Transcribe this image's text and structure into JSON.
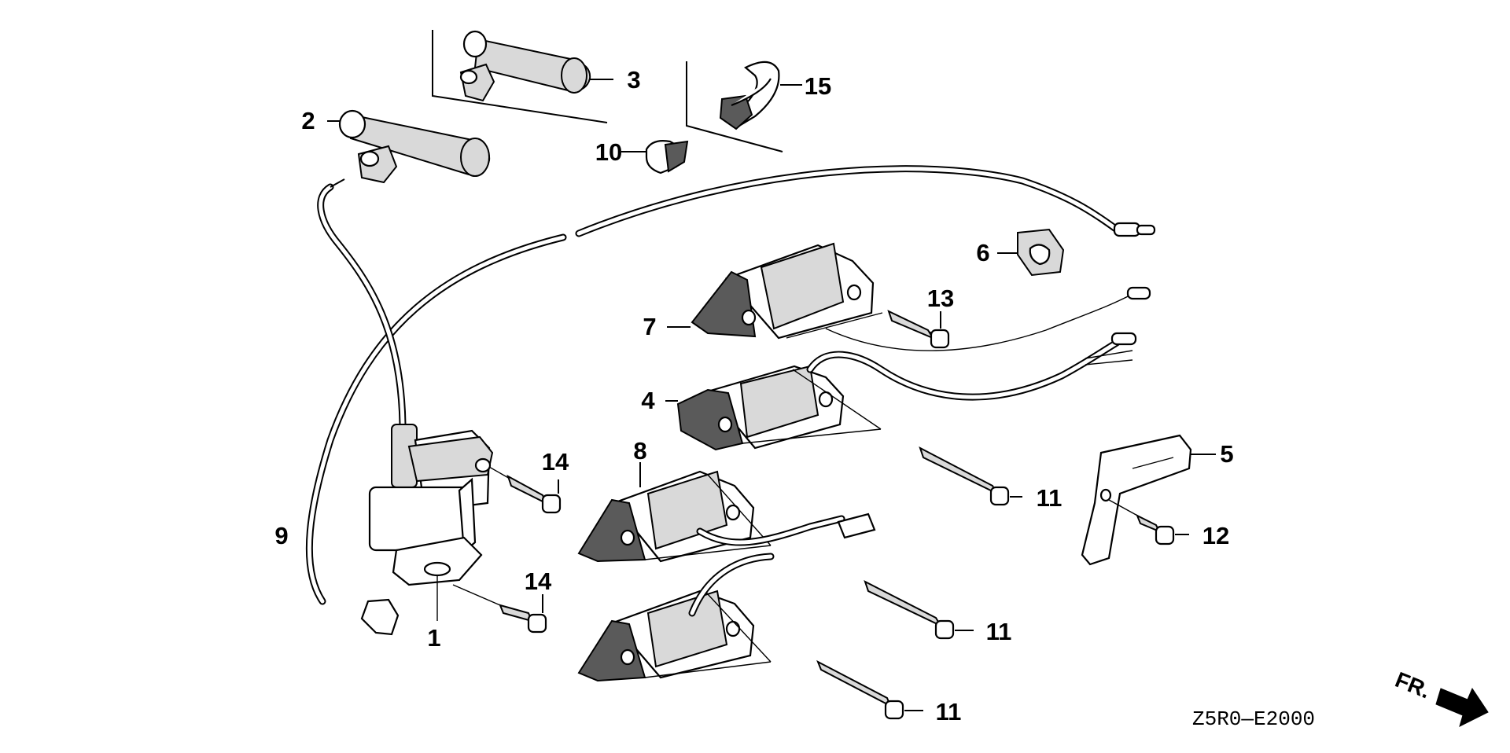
{
  "diagram": {
    "code": "Z5R0—E2000",
    "direction_label": "FR.",
    "callouts": [
      {
        "id": "c1",
        "text": "1"
      },
      {
        "id": "c2",
        "text": "2"
      },
      {
        "id": "c3",
        "text": "3"
      },
      {
        "id": "c4",
        "text": "4"
      },
      {
        "id": "c5",
        "text": "5"
      },
      {
        "id": "c6",
        "text": "6"
      },
      {
        "id": "c7",
        "text": "7"
      },
      {
        "id": "c8",
        "text": "8"
      },
      {
        "id": "c9",
        "text": "9"
      },
      {
        "id": "c10",
        "text": "10"
      },
      {
        "id": "c11a",
        "text": "11"
      },
      {
        "id": "c11b",
        "text": "11"
      },
      {
        "id": "c11c",
        "text": "11"
      },
      {
        "id": "c12",
        "text": "12"
      },
      {
        "id": "c13",
        "text": "13"
      },
      {
        "id": "c14a",
        "text": "14"
      },
      {
        "id": "c14b",
        "text": "14"
      },
      {
        "id": "c15",
        "text": "15"
      }
    ]
  }
}
